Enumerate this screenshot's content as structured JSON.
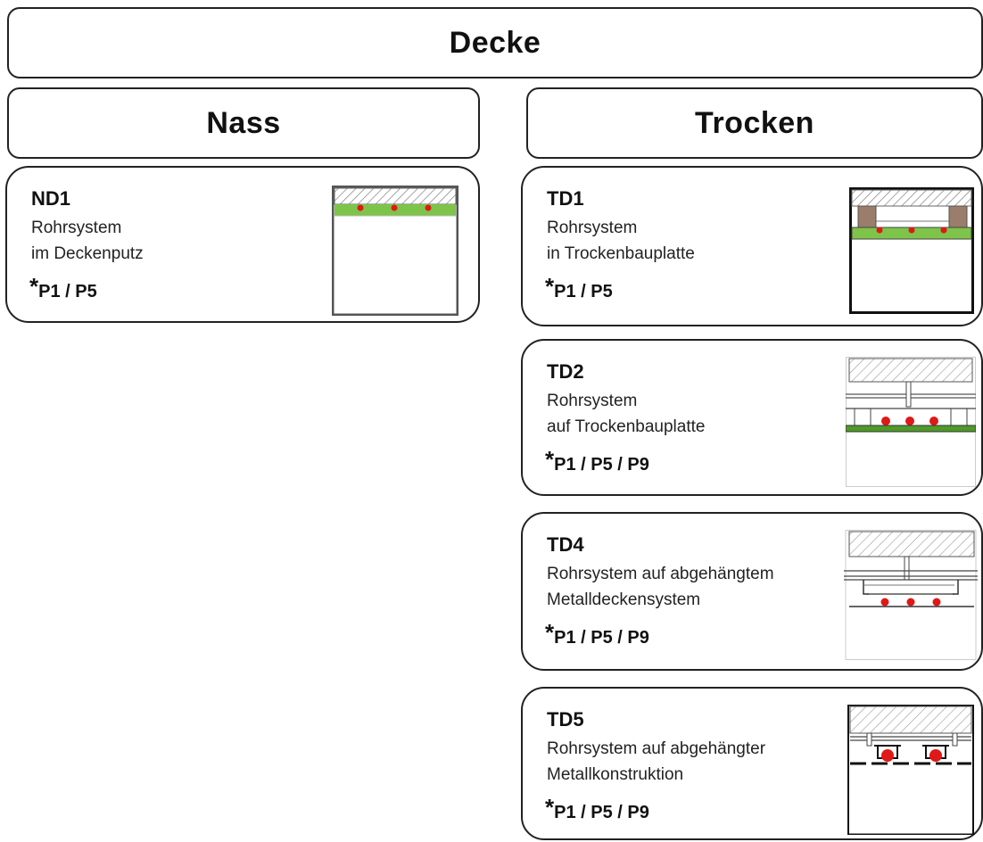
{
  "title": "Decke",
  "columns": [
    {
      "label": "Nass"
    },
    {
      "label": "Trocken"
    }
  ],
  "cards": [
    {
      "code": "ND1",
      "line1": "Rohrsystem",
      "line2": "im Deckenputz",
      "star": "*",
      "ref": "P1 / P5"
    },
    {
      "code": "TD1",
      "line1": "Rohrsystem",
      "line2": "in Trockenbauplatte",
      "star": "*",
      "ref": "P1 / P5"
    },
    {
      "code": "TD2",
      "line1": "Rohrsystem",
      "line2": "auf Trockenbauplatte",
      "star": "*",
      "ref": "P1 / P5 / P9"
    },
    {
      "code": "TD4",
      "line1": "Rohrsystem auf abgehängtem",
      "line2": "Metalldeckensystem",
      "star": "*",
      "ref": "P1 / P5 / P9"
    },
    {
      "code": "TD5",
      "line1": "Rohrsystem auf abgehängter",
      "line2": "Metallkonstruktion",
      "star": "*",
      "ref": "P1 / P5 / P9"
    }
  ],
  "colors": {
    "pipe": "#e01818",
    "plaster": "#7ec44a",
    "hatch": "#888888"
  }
}
